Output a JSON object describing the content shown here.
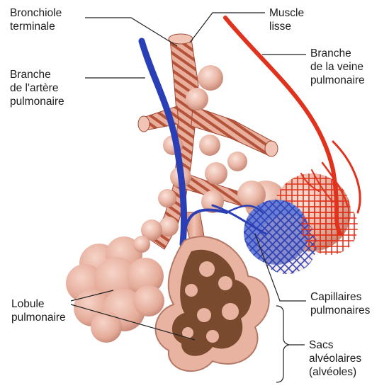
{
  "labels": {
    "bronchiole": [
      "Bronchiole",
      "terminale"
    ],
    "muscle": [
      "Muscle",
      "lisse"
    ],
    "artery": [
      "Branche",
      "de l'artère",
      "pulmonaire"
    ],
    "vein": [
      "Branche",
      "de la veine",
      "pulmonaire"
    ],
    "capillaries": [
      "Capillaires",
      "pulmonaires"
    ],
    "lobule": [
      "Lobule",
      "pulmonaire"
    ],
    "sacs": [
      "Sacs",
      "alvéolaires",
      "(alvéoles)"
    ]
  },
  "colors": {
    "artery": "#2a3fb5",
    "vein": "#e0321c",
    "tissue": "#e9b6a6",
    "muscle": "#b5523a",
    "sac_interior": "#7a4a2e"
  }
}
